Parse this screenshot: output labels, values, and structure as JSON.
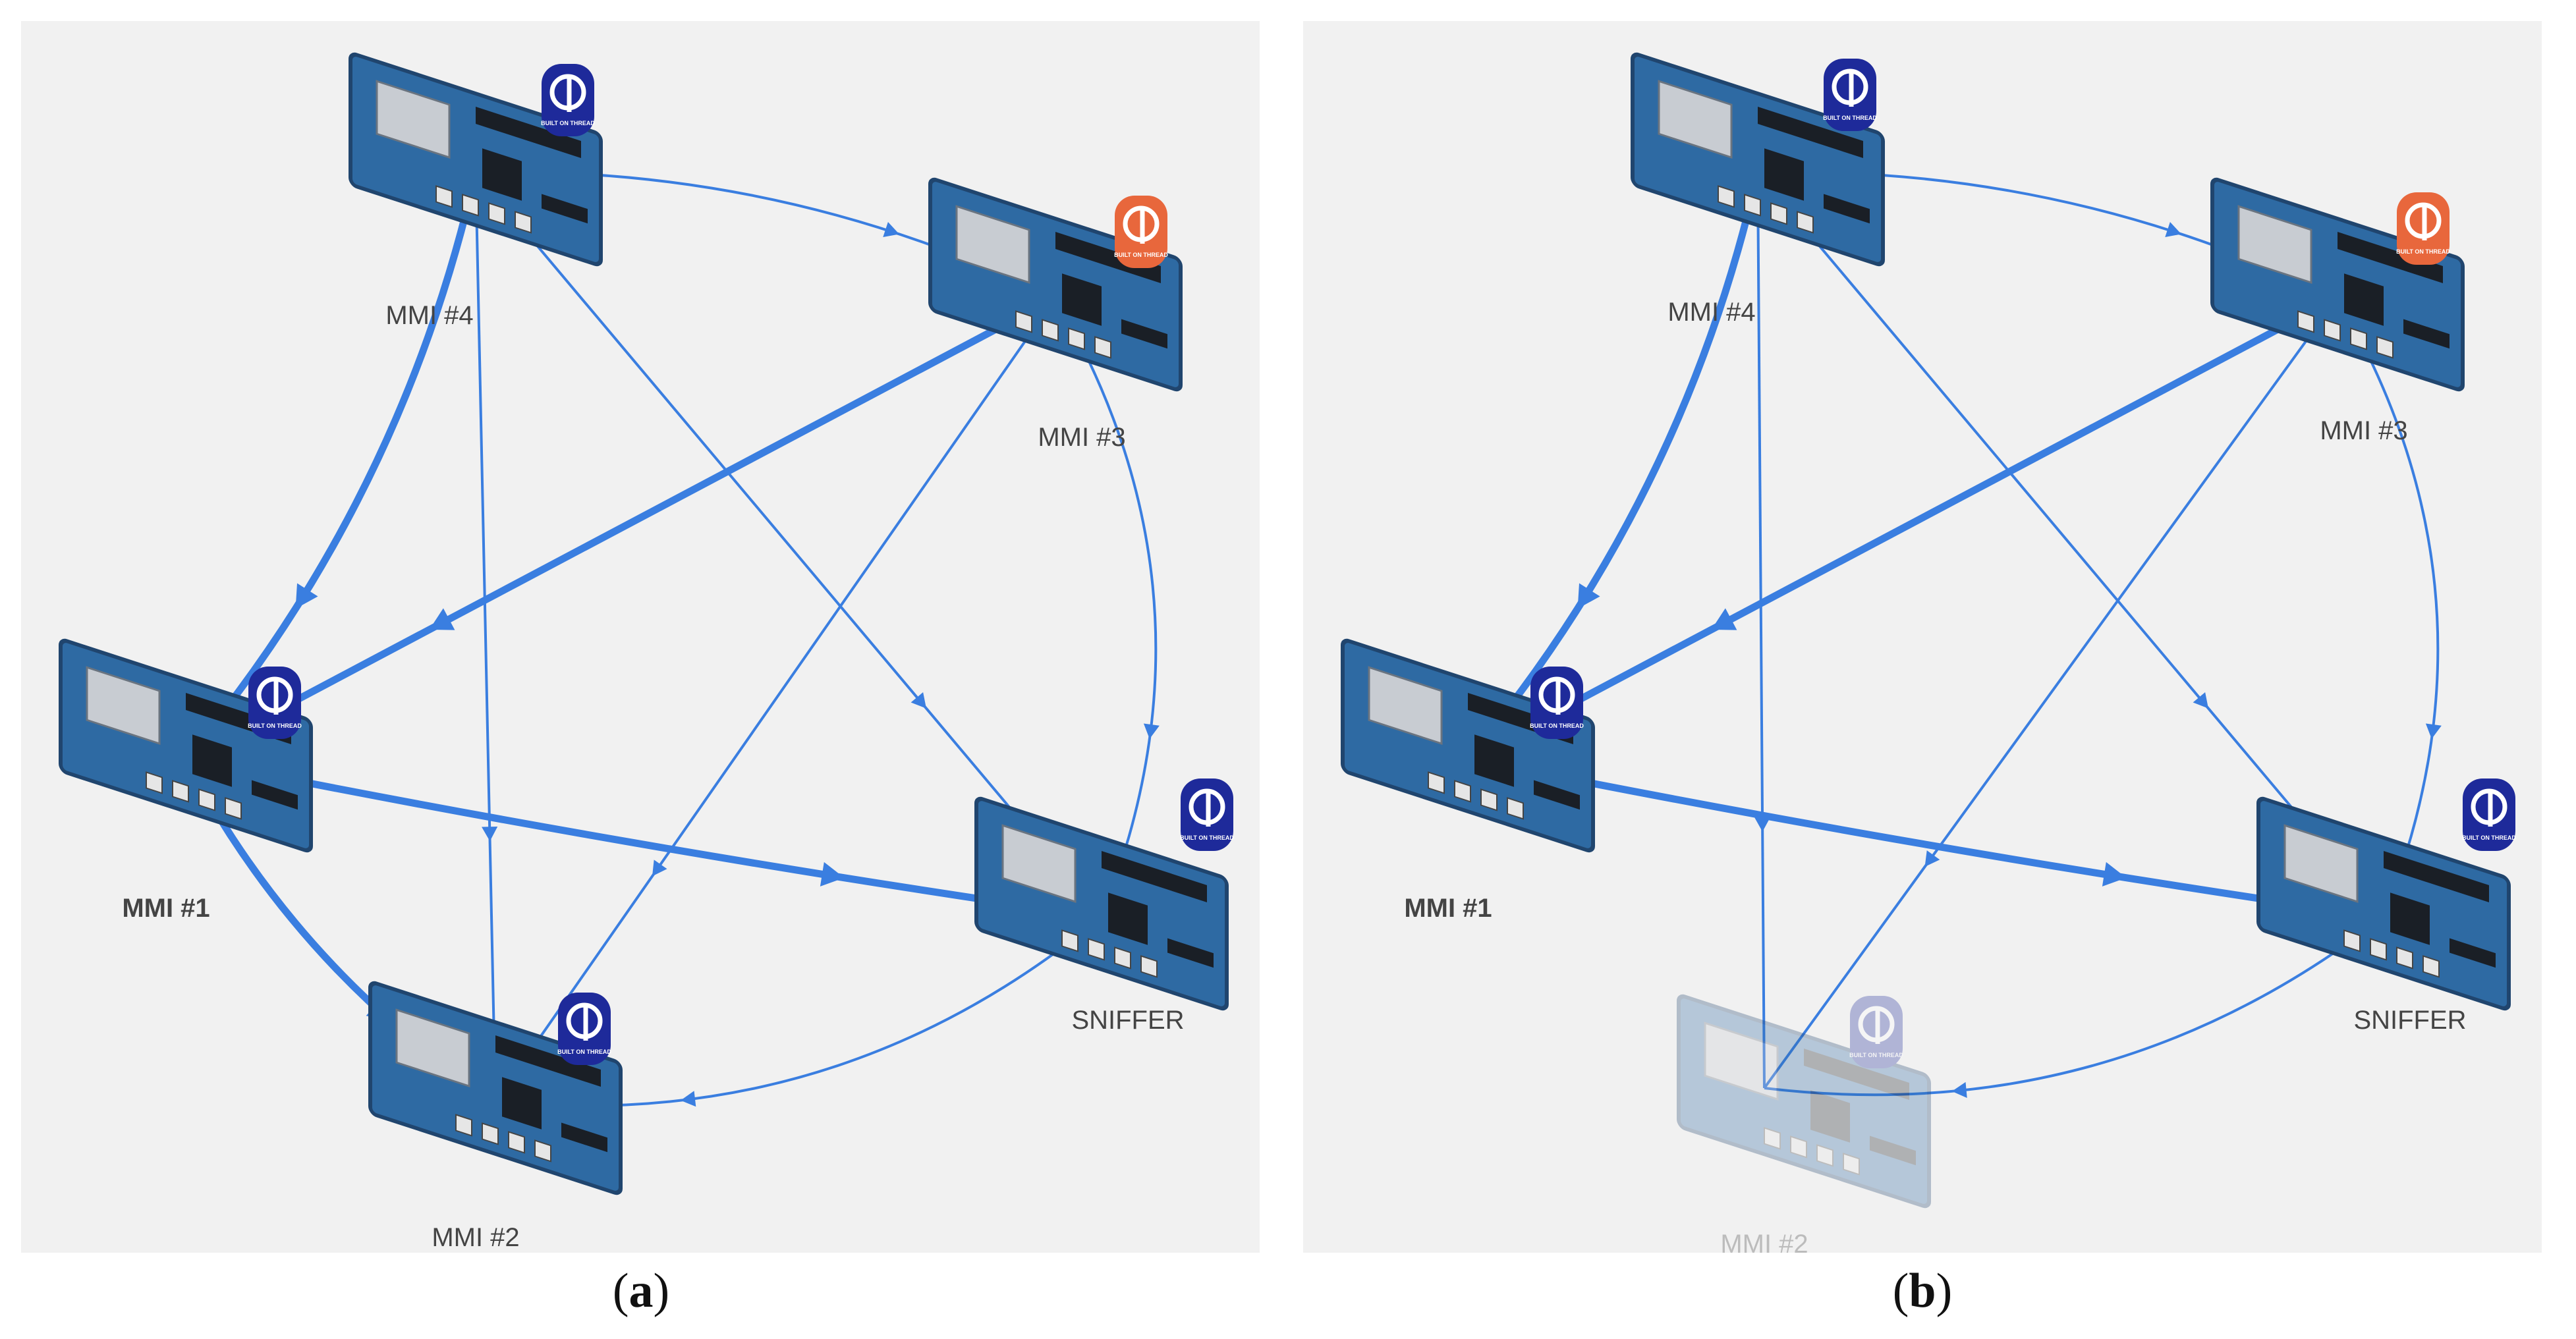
{
  "colors": {
    "background": "#f1f1f1",
    "link": "#3a7ee0",
    "board_dark": "#20456e",
    "board_pcb": "#2e6aa3",
    "badge_blue": "#1e2a9a",
    "badge_orange": "#e8673c"
  },
  "badge_text": "BUILT ON THREAD",
  "panels": [
    {
      "id": "a",
      "caption_letter": "a",
      "nodes": [
        {
          "key": "mmi4",
          "label": "MMI #4",
          "bold": false,
          "badge": "blue",
          "faded": false
        },
        {
          "key": "mmi3",
          "label": "MMI #3",
          "bold": false,
          "badge": "orange",
          "faded": false
        },
        {
          "key": "mmi1",
          "label": "MMI #1",
          "bold": true,
          "badge": "blue",
          "faded": false
        },
        {
          "key": "sniffer",
          "label": "SNIFFER",
          "bold": false,
          "badge": "blue",
          "faded": false
        },
        {
          "key": "mmi2",
          "label": "MMI #2",
          "bold": false,
          "badge": "blue",
          "faded": false
        }
      ],
      "links": [
        {
          "from": "mmi4",
          "to": "mmi1",
          "weight": "thick"
        },
        {
          "from": "mmi3",
          "to": "mmi1",
          "weight": "thick"
        },
        {
          "from": "mmi1",
          "to": "sniffer",
          "weight": "thick"
        },
        {
          "from": "mmi1",
          "to": "mmi2",
          "weight": "thick"
        },
        {
          "from": "mmi4",
          "to": "mmi3",
          "weight": "thin"
        },
        {
          "from": "mmi3",
          "to": "sniffer",
          "weight": "thin"
        },
        {
          "from": "mmi4",
          "to": "sniffer",
          "weight": "thin"
        },
        {
          "from": "mmi4",
          "to": "mmi2",
          "weight": "thin"
        },
        {
          "from": "mmi3",
          "to": "mmi2",
          "weight": "thin"
        },
        {
          "from": "sniffer",
          "to": "mmi2",
          "weight": "thin"
        }
      ]
    },
    {
      "id": "b",
      "caption_letter": "b",
      "nodes": [
        {
          "key": "mmi4",
          "label": "MMI #4",
          "bold": false,
          "badge": "blue",
          "faded": false
        },
        {
          "key": "mmi3",
          "label": "MMI #3",
          "bold": false,
          "badge": "orange",
          "faded": false
        },
        {
          "key": "mmi1",
          "label": "MMI #1",
          "bold": true,
          "badge": "blue",
          "faded": false
        },
        {
          "key": "sniffer",
          "label": "SNIFFER",
          "bold": false,
          "badge": "blue",
          "faded": false
        },
        {
          "key": "mmi2",
          "label": "MMI #2",
          "bold": false,
          "badge": "blue",
          "faded": true
        }
      ],
      "links": [
        {
          "from": "mmi4",
          "to": "mmi1",
          "weight": "thick"
        },
        {
          "from": "mmi3",
          "to": "mmi1",
          "weight": "thick"
        },
        {
          "from": "mmi1",
          "to": "sniffer",
          "weight": "thick"
        },
        {
          "from": "mmi4",
          "to": "mmi3",
          "weight": "thin"
        },
        {
          "from": "mmi3",
          "to": "sniffer",
          "weight": "thin"
        },
        {
          "from": "mmi4",
          "to": "sniffer",
          "weight": "thin"
        },
        {
          "from": "mmi4",
          "to": "mmi2",
          "weight": "thin"
        },
        {
          "from": "mmi3",
          "to": "mmi2",
          "weight": "thin"
        },
        {
          "from": "sniffer",
          "to": "mmi2",
          "weight": "thin"
        }
      ]
    }
  ]
}
